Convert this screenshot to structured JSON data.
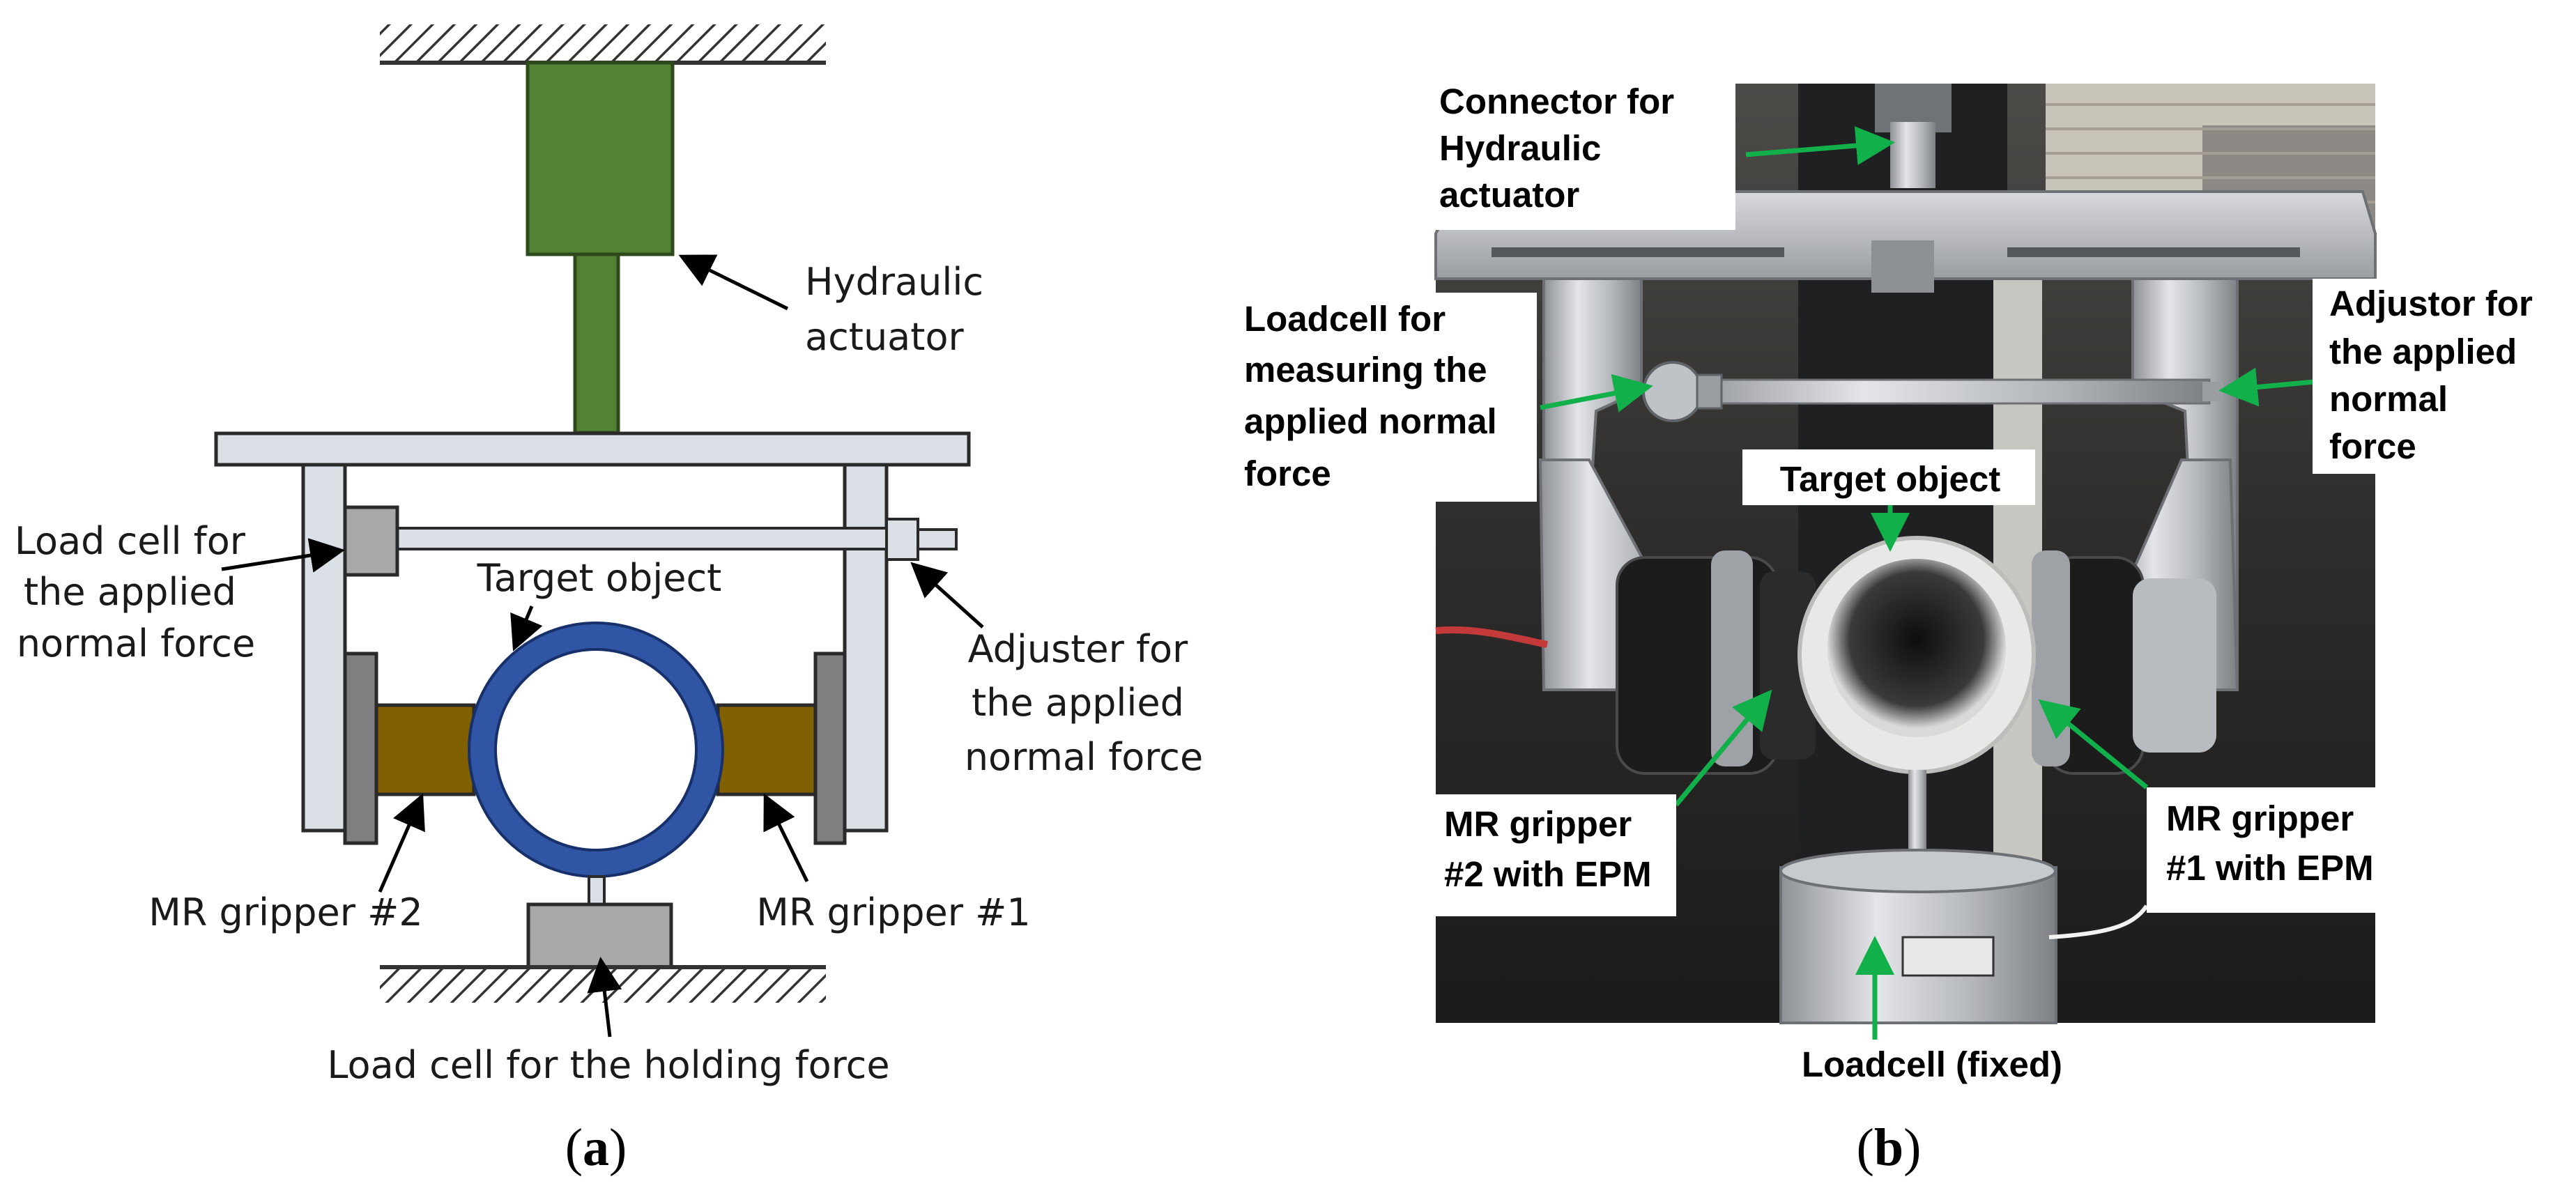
{
  "schematic": {
    "labels": {
      "hydraulic_actuator": [
        "Hydraulic",
        "actuator"
      ],
      "load_cell_normal": [
        "Load cell for",
        "the applied",
        "normal force"
      ],
      "target_object": "Target object",
      "adjuster": [
        "Adjuster for",
        "the applied",
        "normal force"
      ],
      "gripper_2": "MR gripper #2",
      "gripper_1": "MR gripper #1",
      "load_cell_holding": "Load cell for the holding force"
    },
    "panel_label": {
      "open": "(",
      "letter": "a",
      "close": ")"
    },
    "colors": {
      "actuator": "#548235",
      "frame": "#dae0e6",
      "load_cell": "#a8a8a8",
      "gripper": "#806000",
      "ring": "#2f55a4",
      "ground_hatch": "#333333"
    }
  },
  "photo": {
    "labels": {
      "connector": [
        "Connector for",
        "Hydraulic",
        "actuator"
      ],
      "loadcell_measuring": [
        "Loadcell for",
        "measuring the",
        "applied normal",
        "force"
      ],
      "adjustor": [
        "Adjustor for",
        "the applied",
        "normal",
        "force"
      ],
      "target_object": "Target object",
      "gripper_2": [
        "MR gripper",
        "#2 with EPM"
      ],
      "gripper_1": [
        "MR gripper",
        "#1 with EPM"
      ],
      "loadcell_fixed": "Loadcell (fixed)"
    },
    "panel_label": {
      "open": "(",
      "letter": "b",
      "close": ")"
    },
    "colors": {
      "arrow": "#11b04a",
      "metal": "#b9bcc0",
      "dark": "#222427"
    }
  }
}
